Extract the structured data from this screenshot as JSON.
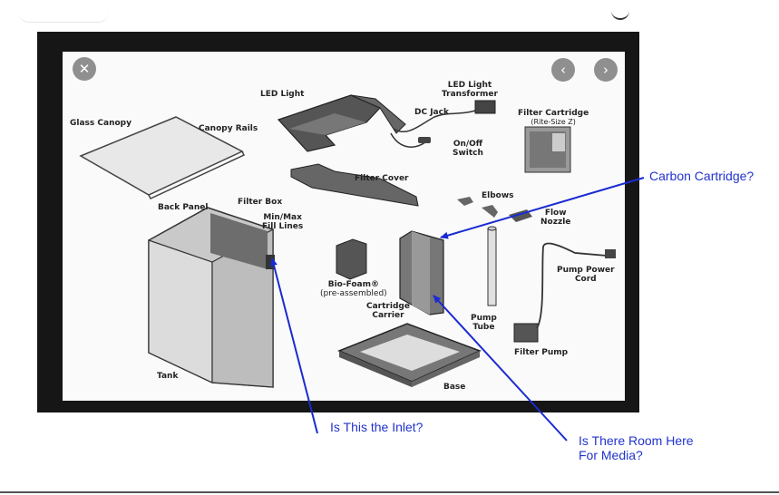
{
  "viewer": {
    "controls": {
      "close_icon": "close-icon",
      "prev_icon": "chevron-left-icon",
      "next_icon": "chevron-right-icon"
    }
  },
  "diagram": {
    "labels": {
      "glass_canopy": "Glass Canopy",
      "canopy_rails": "Canopy Rails",
      "led_light": "LED Light",
      "led_transformer_1": "LED Light",
      "led_transformer_2": "Transformer",
      "dc_jack": "DC Jack",
      "onoff_1": "On/Off",
      "onoff_2": "Switch",
      "filter_cartridge_1": "Filter Cartridge",
      "filter_cartridge_2": "(Rite-Size Z)",
      "filter_cover": "Filter Cover",
      "elbows": "Elbows",
      "flow_nozzle_1": "Flow",
      "flow_nozzle_2": "Nozzle",
      "back_panel": "Back Panel",
      "filter_box": "Filter Box",
      "minmax_1": "Min/Max",
      "minmax_2": "Fill Lines",
      "pump_power_1": "Pump Power",
      "pump_power_2": "Cord",
      "bio_foam_1": "Bio-Foam®",
      "bio_foam_2": "(pre-assembled)",
      "cartridge_carrier_1": "Cartridge",
      "cartridge_carrier_2": "Carrier",
      "pump_tube_1": "Pump",
      "pump_tube_2": "Tube",
      "filter_pump": "Filter Pump",
      "tank": "Tank",
      "base": "Base"
    }
  },
  "annotations": {
    "carbon_cartridge": "Carbon Cartridge?",
    "inlet_question": "Is This the Inlet?",
    "room_line1": "Is There Room Here",
    "room_line2": "For Media?",
    "arrow_color": "#1a2bd1"
  },
  "colors": {
    "viewer_bg": "#161616",
    "slide_bg": "#fafafa",
    "annotation_text": "#2233cc",
    "control_bg": "#8f8f8f"
  }
}
